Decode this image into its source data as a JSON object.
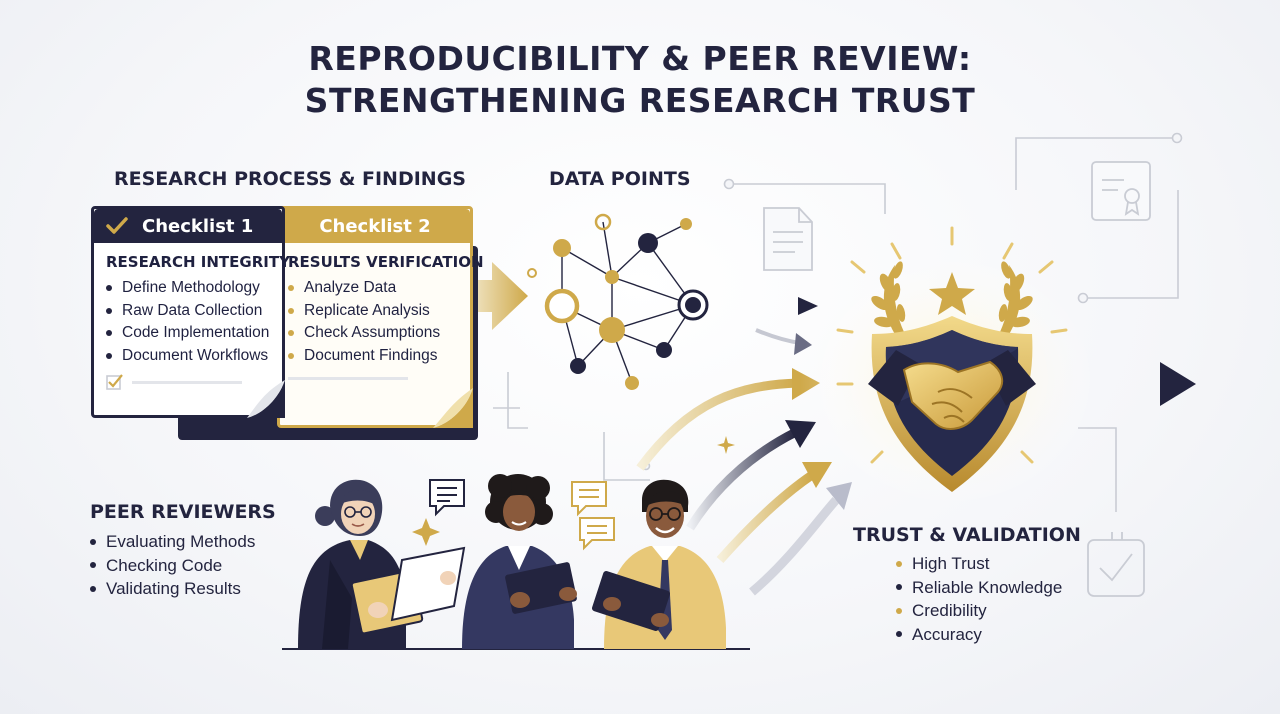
{
  "title": {
    "line1": "REPRODUCIBILITY & PEER REVIEW:",
    "line2": "STRENGTHENING RESEARCH TRUST"
  },
  "research": {
    "heading": "RESEARCH PROCESS & FINDINGS",
    "checklist1": {
      "label": "Checklist 1",
      "subtitle": "RESEARCH INTEGRITY",
      "items": [
        "Define Methodology",
        "Raw Data Collection",
        "Code Implementation",
        "Document Workflows"
      ]
    },
    "checklist2": {
      "label": "Checklist 2",
      "subtitle": "RESULTS VERIFICATION",
      "items": [
        "Analyze Data",
        "Replicate Analysis",
        "Check Assumptions",
        "Document Findings"
      ]
    }
  },
  "data_points": {
    "heading": "DATA POINTS"
  },
  "peer": {
    "heading": "PEER REVIEWERS",
    "items": [
      "Evaluating Methods",
      "Checking Code",
      "Validating Results"
    ]
  },
  "trust": {
    "heading": "TRUST & VALIDATION",
    "items": [
      "High Trust",
      "Reliable Knowledge",
      "Credibility",
      "Accuracy"
    ]
  },
  "colors": {
    "navy": "#23243f",
    "gold": "#cfa94a",
    "light_gold": "#e7cf86",
    "grey_line": "#c9ccd4"
  },
  "icons": [
    "checkmark-icon",
    "network-graph-icon",
    "handshake-shield-icon",
    "laurel-icon",
    "star-icon",
    "document-icon",
    "certificate-icon",
    "chat-bubble-icon",
    "sparkle-icon"
  ]
}
